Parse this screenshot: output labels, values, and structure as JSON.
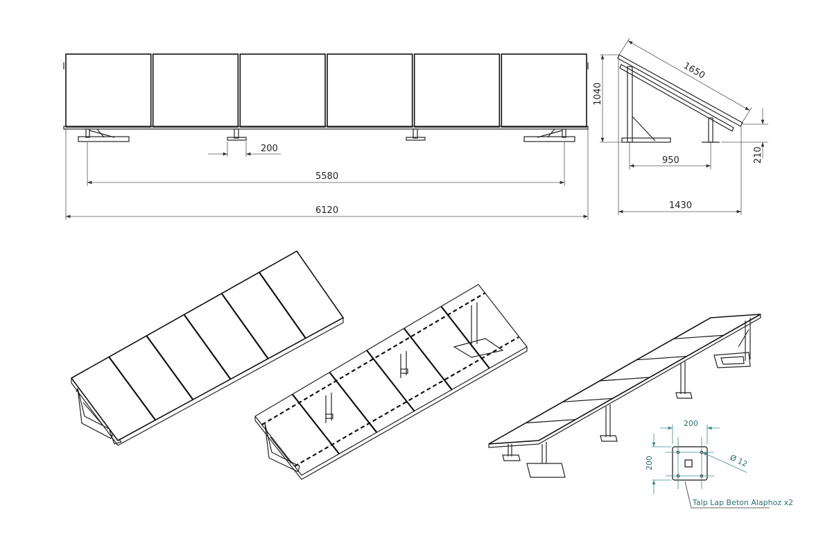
{
  "front_view": {
    "dims": {
      "foot_width": "200",
      "support_span": "5580",
      "total_length": "6120"
    },
    "panel_count": 6
  },
  "side_view": {
    "dims": {
      "panel_length": "1650",
      "height": "1040",
      "front_clearance": "210",
      "post_spacing": "950",
      "depth": "1430"
    }
  },
  "base_plate_detail": {
    "width": "200",
    "height": "200",
    "hole_diameter": "Ø 12",
    "label": "Talp Lap Beton Alaphoz x2",
    "color": "#3a8a8a"
  }
}
